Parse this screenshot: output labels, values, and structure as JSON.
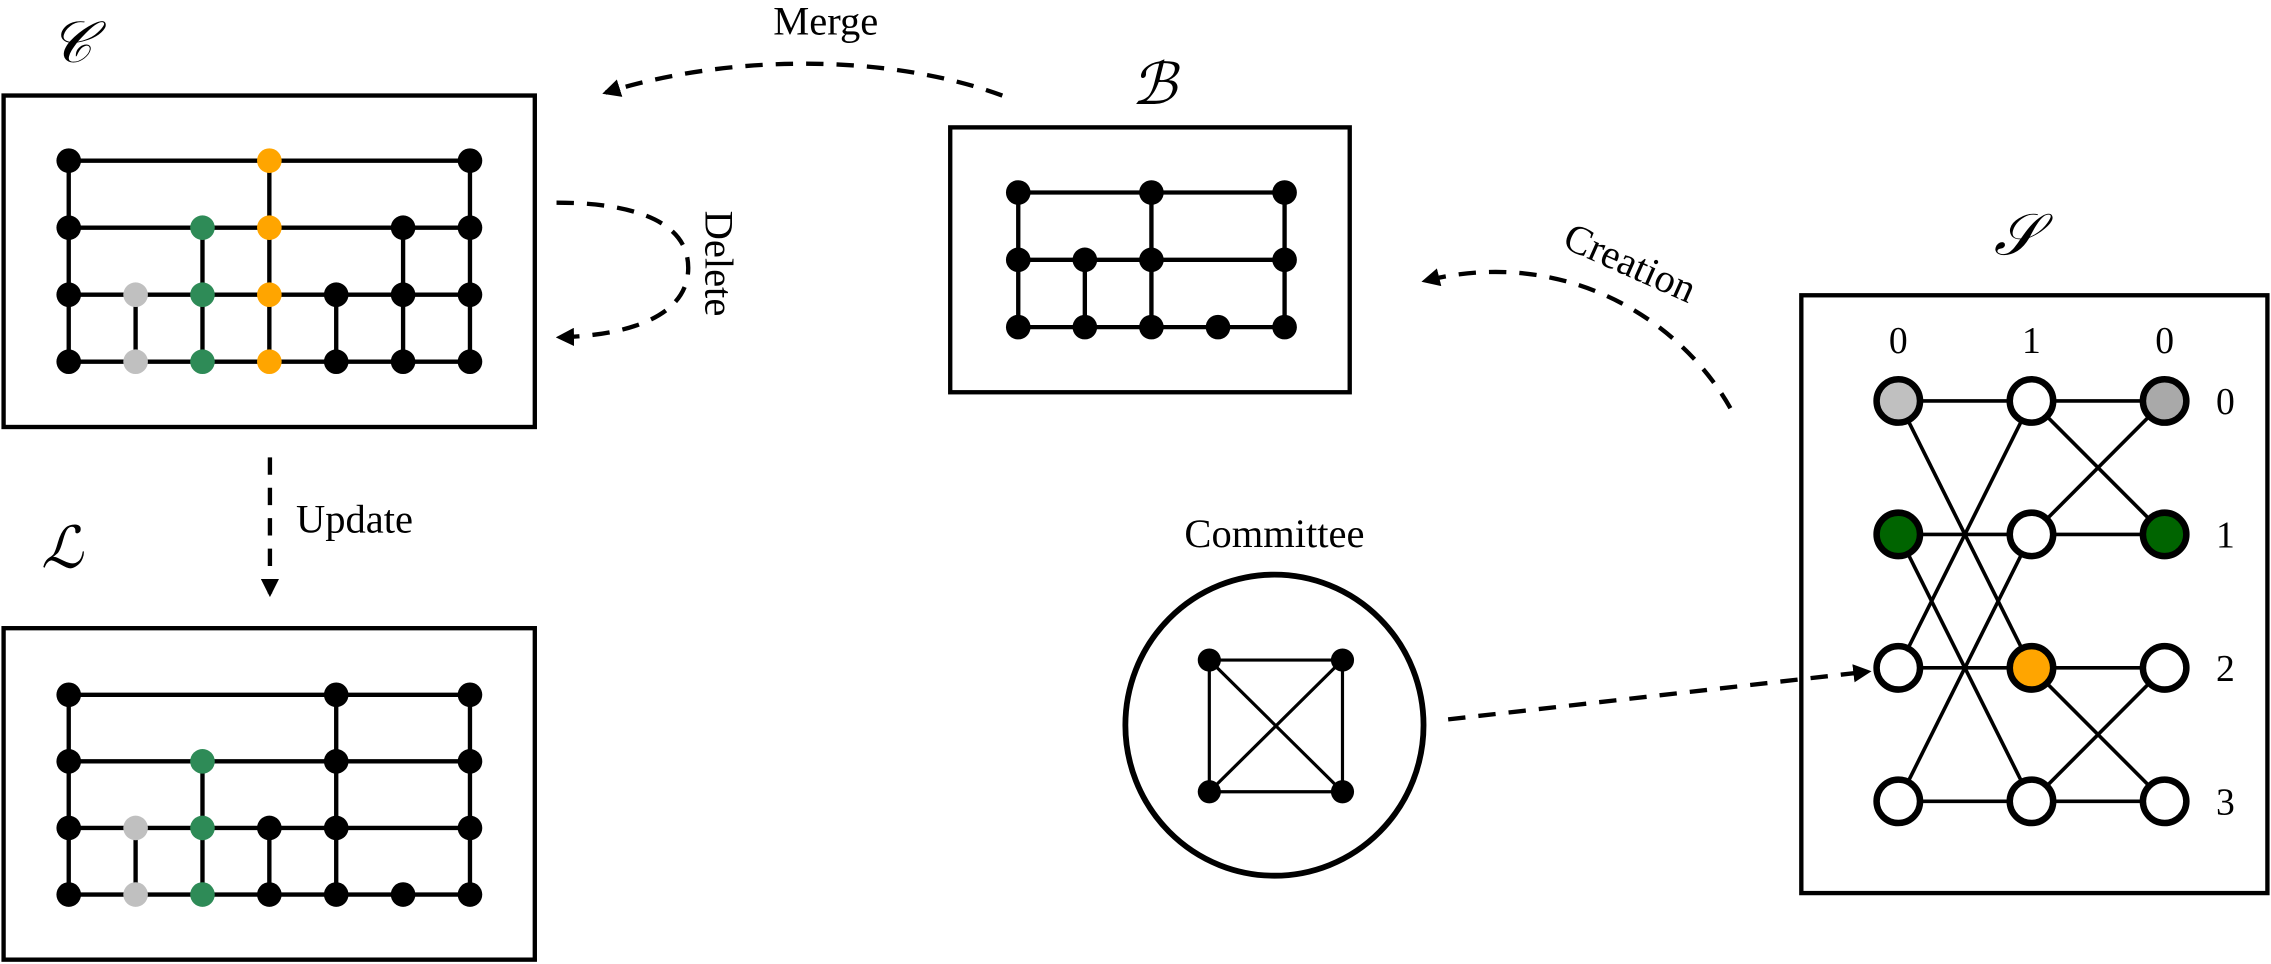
{
  "colors": {
    "black": "#000000",
    "green": "#2e8b57",
    "orange": "#ffa500",
    "gray": "#c0c0c0",
    "dark_green": "#006400",
    "dark_gray": "#a9a9a9",
    "white": "#ffffff"
  },
  "labels": {
    "C": "𝒞",
    "L": "ℒ",
    "B": "ℬ",
    "S": "𝒮",
    "merge": "Merge",
    "delete": "Delete",
    "update": "Update",
    "creation": "Creation",
    "committee": "Committee"
  },
  "grid_C": {
    "nodes": [
      [
        [
          0,
          "black"
        ],
        [
          3,
          "orange"
        ],
        [
          6,
          "black"
        ]
      ],
      [
        [
          0,
          "black"
        ],
        [
          2,
          "green"
        ],
        [
          3,
          "orange"
        ],
        [
          5,
          "black"
        ],
        [
          6,
          "black"
        ]
      ],
      [
        [
          0,
          "black"
        ],
        [
          1,
          "gray"
        ],
        [
          2,
          "green"
        ],
        [
          3,
          "orange"
        ],
        [
          4,
          "black"
        ],
        [
          5,
          "black"
        ],
        [
          6,
          "black"
        ]
      ],
      [
        [
          0,
          "black"
        ],
        [
          1,
          "gray"
        ],
        [
          2,
          "green"
        ],
        [
          3,
          "orange"
        ],
        [
          4,
          "black"
        ],
        [
          5,
          "black"
        ],
        [
          6,
          "black"
        ]
      ]
    ],
    "verticals": [
      [
        0,
        0,
        3
      ],
      [
        1,
        2,
        3
      ],
      [
        2,
        1,
        3
      ],
      [
        3,
        0,
        3
      ],
      [
        4,
        2,
        3
      ],
      [
        5,
        1,
        3
      ],
      [
        6,
        0,
        3
      ]
    ]
  },
  "grid_L": {
    "nodes": [
      [
        [
          0,
          "black"
        ],
        [
          4,
          "black"
        ],
        [
          6,
          "black"
        ]
      ],
      [
        [
          0,
          "black"
        ],
        [
          2,
          "green"
        ],
        [
          4,
          "black"
        ],
        [
          6,
          "black"
        ]
      ],
      [
        [
          0,
          "black"
        ],
        [
          1,
          "gray"
        ],
        [
          2,
          "green"
        ],
        [
          3,
          "black"
        ],
        [
          4,
          "black"
        ],
        [
          6,
          "black"
        ]
      ],
      [
        [
          0,
          "black"
        ],
        [
          1,
          "gray"
        ],
        [
          2,
          "green"
        ],
        [
          3,
          "black"
        ],
        [
          4,
          "black"
        ],
        [
          5,
          "black"
        ],
        [
          6,
          "black"
        ]
      ]
    ],
    "verticals": [
      [
        0,
        0,
        3
      ],
      [
        1,
        2,
        3
      ],
      [
        2,
        1,
        3
      ],
      [
        3,
        2,
        3
      ],
      [
        4,
        0,
        3
      ],
      [
        6,
        0,
        3
      ]
    ]
  },
  "grid_B": {
    "nodes": [
      [
        [
          0,
          "black"
        ],
        [
          2,
          "black"
        ],
        [
          4,
          "black"
        ]
      ],
      [
        [
          0,
          "black"
        ],
        [
          1,
          "black"
        ],
        [
          2,
          "black"
        ],
        [
          4,
          "black"
        ]
      ],
      [
        [
          0,
          "black"
        ],
        [
          1,
          "black"
        ],
        [
          2,
          "black"
        ],
        [
          3,
          "black"
        ],
        [
          4,
          "black"
        ]
      ]
    ],
    "verticals": [
      [
        0,
        0,
        2
      ],
      [
        1,
        1,
        2
      ],
      [
        2,
        0,
        2
      ],
      [
        4,
        0,
        2
      ]
    ]
  },
  "butterfly_S": {
    "column_labels": [
      "0",
      "1",
      "0"
    ],
    "row_labels": [
      "0",
      "1",
      "2",
      "3"
    ],
    "node_fills": [
      [
        "gray",
        "white",
        "dark_gray"
      ],
      [
        "dark_green",
        "white",
        "dark_green"
      ],
      [
        "white",
        "orange",
        "white"
      ],
      [
        "white",
        "white",
        "white"
      ]
    ],
    "cross_edges": [
      [
        [
          0,
          0
        ],
        [
          1,
          2
        ]
      ],
      [
        [
          1,
          0
        ],
        [
          0,
          2
        ]
      ],
      [
        [
          1,
          0
        ],
        [
          2,
          1
        ]
      ],
      [
        [
          2,
          0
        ],
        [
          1,
          1
        ]
      ],
      [
        [
          0,
          1
        ],
        [
          1,
          3
        ]
      ],
      [
        [
          1,
          1
        ],
        [
          0,
          3
        ]
      ],
      [
        [
          1,
          2
        ],
        [
          2,
          3
        ]
      ],
      [
        [
          2,
          2
        ],
        [
          1,
          3
        ]
      ]
    ]
  },
  "committee": {
    "members": 4,
    "topology": "complete-graph"
  }
}
